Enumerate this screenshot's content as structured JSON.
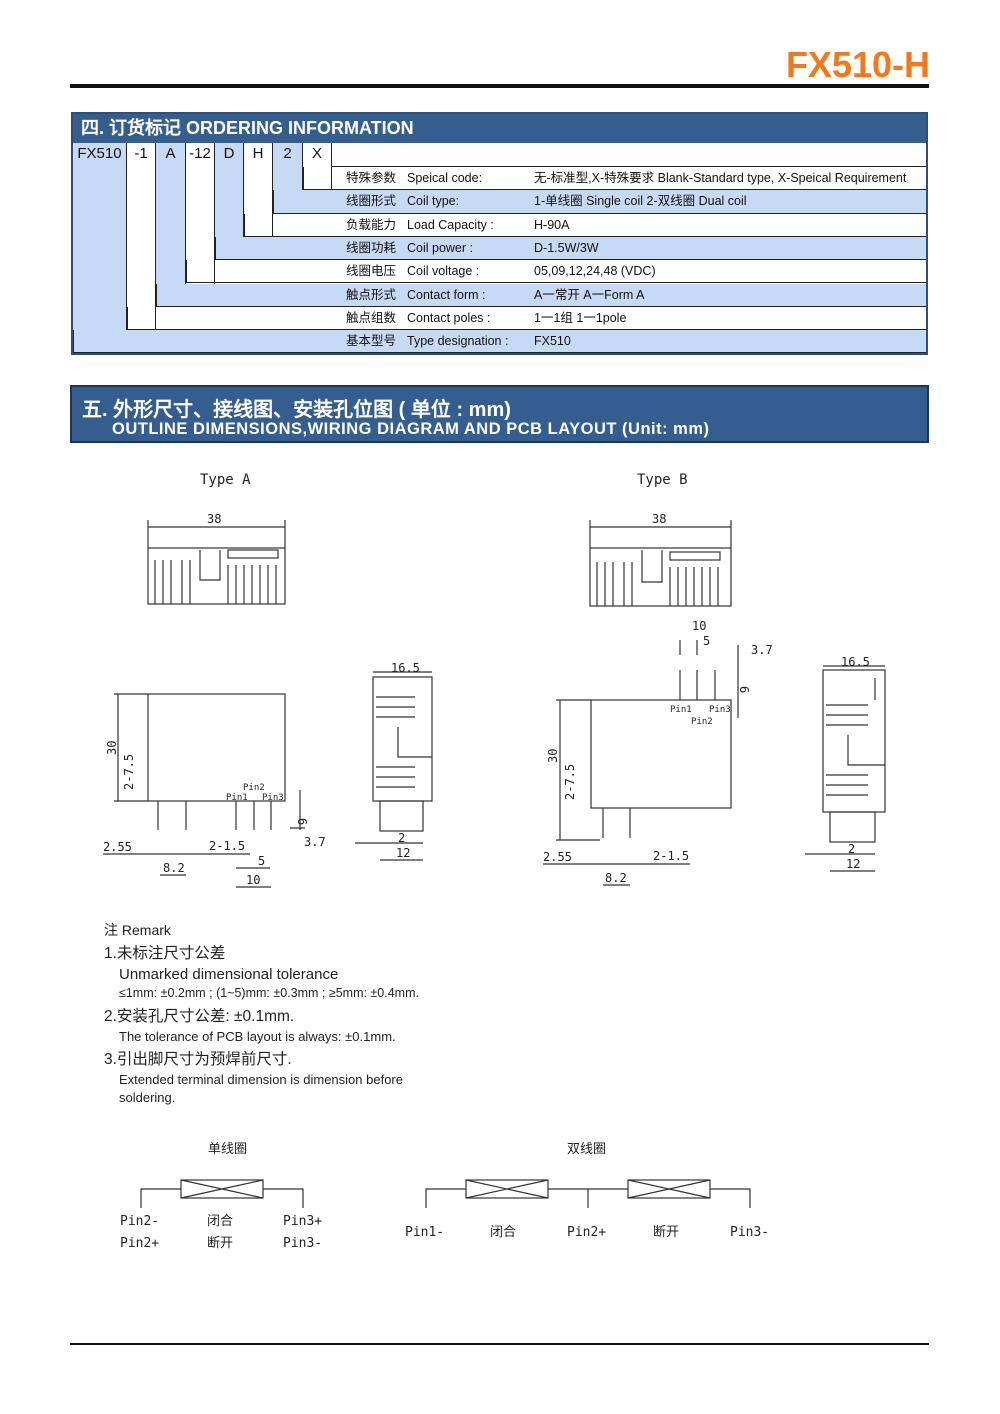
{
  "model": "FX510-H",
  "ordering": {
    "title": "四. 订货标记 ORDERING INFORMATION",
    "codes": [
      "FX510",
      "-1",
      "A",
      "-12",
      "D",
      "H",
      "2",
      "X"
    ],
    "rows": [
      {
        "cn": "特殊参数",
        "en": "Speical code:",
        "value": "无-标准型,X-特殊要求 Blank-Standard type, X-Speical Requirement"
      },
      {
        "cn": "线圈形式",
        "en": "Coil type:",
        "value": "1-单线圈  Single  coil  2-双线圈  Dual coil"
      },
      {
        "cn": "负载能力",
        "en": "Load Capacity :",
        "value": "H-90A"
      },
      {
        "cn": "线圈功耗",
        "en": "Coil power :",
        "value": "D-1.5W/3W"
      },
      {
        "cn": "线圈电压",
        "en": "Coil voltage :",
        "value": "05,09,12,24,48 (VDC)"
      },
      {
        "cn": "触点形式",
        "en": "Contact form :",
        "value": "A一常开  A一Form A"
      },
      {
        "cn": "触点组数",
        "en": "Contact poles :",
        "value": "1一1组 1一1pole"
      },
      {
        "cn": "基本型号",
        "en": "Type designation :",
        "value": "FX510"
      }
    ]
  },
  "outline": {
    "title_cn": "五. 外形尺寸、接线图、安装孔位图 ( 单位 : mm)",
    "title_en": "OUTLINE DIMENSIONS,WIRING DIAGRAM AND PCB LAYOUT (Unit: mm)",
    "type_a": {
      "label": "Type  A",
      "width": "38",
      "side_width": "16.5",
      "height": "30",
      "pin_spacing": "2-7.5",
      "pin_len": "6",
      "offset": "3.7",
      "edge": "2.55",
      "pin_dia": "2-1.5",
      "pitch": "8.2",
      "p5": "5",
      "p10": "10",
      "side2": "2",
      "side12": "12",
      "pin1": "Pin1",
      "pin2": "Pin2",
      "pin3": "Pin3"
    },
    "type_b": {
      "label": "Type  B",
      "width": "38",
      "side_width": "16.5",
      "height": "30",
      "pin_spacing": "2-7.5",
      "pin_len": "6",
      "offset": "3.7",
      "edge": "2.55",
      "pin_dia": "2-1.5",
      "pitch": "8.2",
      "p5": "5",
      "p10": "10",
      "side2": "2",
      "side12": "12",
      "pin1": "Pin1",
      "pin2": "Pin2",
      "pin3": "Pin3"
    }
  },
  "remarks": {
    "title": "注  Remark",
    "r1_cn": "1.未标注尺寸公差",
    "r1_en": "Unmarked dimensional tolerance",
    "r1_detail": "≤1mm: ±0.2mm ;  (1~5)mm: ±0.3mm ;  ≥5mm: ±0.4mm.",
    "r2_cn": "2.安装孔尺寸公差: ±0.1mm.",
    "r2_en": "The tolerance  of PCB layout is always: ±0.1mm.",
    "r3_cn": "3.引出脚尺寸为预焊前尺寸.",
    "r3_en1": "Extended terminal dimension is dimension before",
    "r3_en2": "soldering."
  },
  "wiring": {
    "single": {
      "title": "单线圈",
      "left1": "Pin2-",
      "left2": "Pin2+",
      "mid1": "闭合",
      "mid2": "断开",
      "right1": "Pin3+",
      "right2": "Pin3-"
    },
    "dual": {
      "title": "双线圈",
      "p1": "Pin1-",
      "close": "闭合",
      "p2": "Pin2+",
      "open": "断开",
      "p3": "Pin3-"
    }
  }
}
